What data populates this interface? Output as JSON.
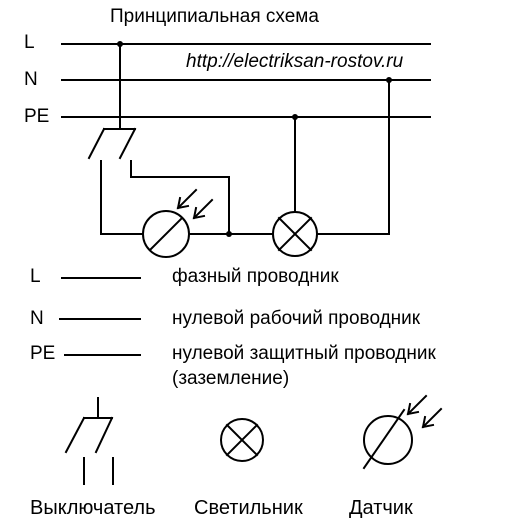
{
  "title": "Принципиальная схема",
  "url": "http://electriksan-rostov.ru",
  "buses": [
    {
      "code": "L"
    },
    {
      "code": "N"
    },
    {
      "code": "PE"
    }
  ],
  "legend": [
    {
      "code": "L",
      "description": "фазный проводник"
    },
    {
      "code": "N",
      "description": "нулевой рабочий проводник"
    },
    {
      "code": "PE",
      "description": "нулевой защитный проводник",
      "note": "(заземление)"
    }
  ],
  "symbols": [
    {
      "label": "Выключатель",
      "icon": "switch-icon"
    },
    {
      "label": "Светильник",
      "icon": "lamp-icon"
    },
    {
      "label": "Датчик",
      "icon": "sensor-icon"
    }
  ]
}
